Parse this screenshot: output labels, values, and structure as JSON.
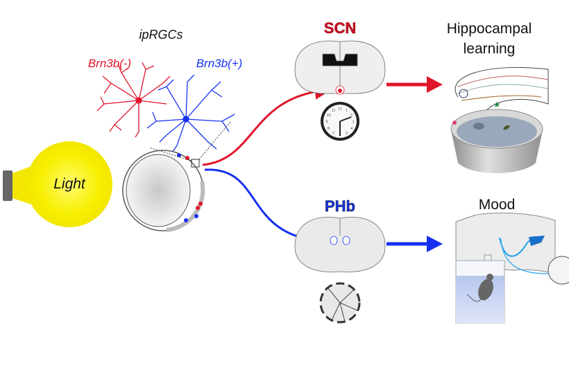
{
  "labels": {
    "light": "Light",
    "iprgcs": "ipRGCs",
    "brn3b_neg": "Brn3b(-)",
    "brn3b_pos": "Brn3b(+)",
    "scn": "SCN",
    "phb": "PHb",
    "hippocampal_line1": "Hippocampal",
    "hippocampal_line2": "learning",
    "mood": "Mood"
  },
  "clock_numbers": [
    "12",
    "1",
    "2",
    "3",
    "4",
    "5",
    "6",
    "7",
    "8",
    "9",
    "10",
    "11"
  ],
  "colors": {
    "red": "#e0142a",
    "blue": "#1730f0",
    "light": "#f5ef00",
    "scn_text": "#d0102a",
    "phb_text": "#1a3be0"
  }
}
